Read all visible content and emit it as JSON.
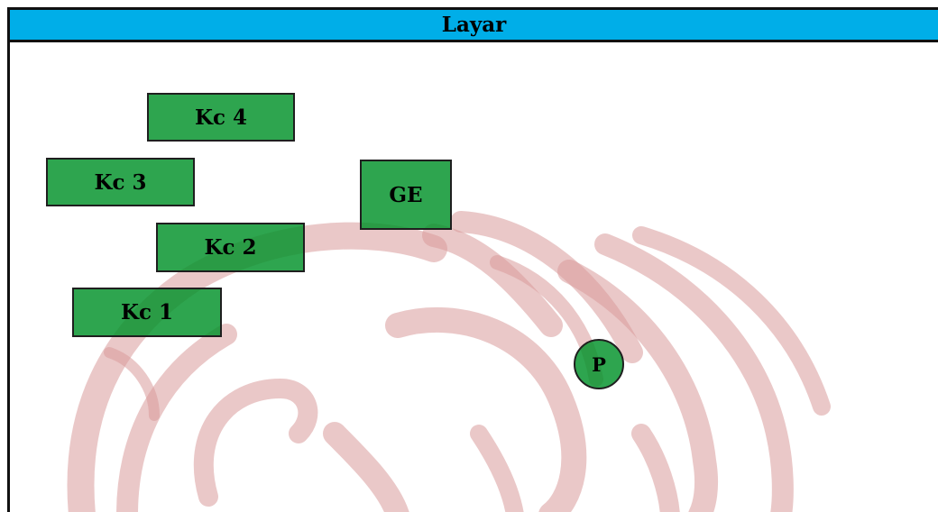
{
  "window": {
    "title": "Layar"
  },
  "items": {
    "kc4": "Kc 4",
    "kc3": "Kc 3",
    "ge": "GE",
    "kc2": "Kc 2",
    "kc1": "Kc 1",
    "p": "P"
  },
  "colors": {
    "title_bar": "#00aee8",
    "box_fill": "#009128",
    "border": "#111111",
    "watermark": "#c97b7b"
  },
  "watermark": {
    "icon": "bird-emblem-icon"
  }
}
